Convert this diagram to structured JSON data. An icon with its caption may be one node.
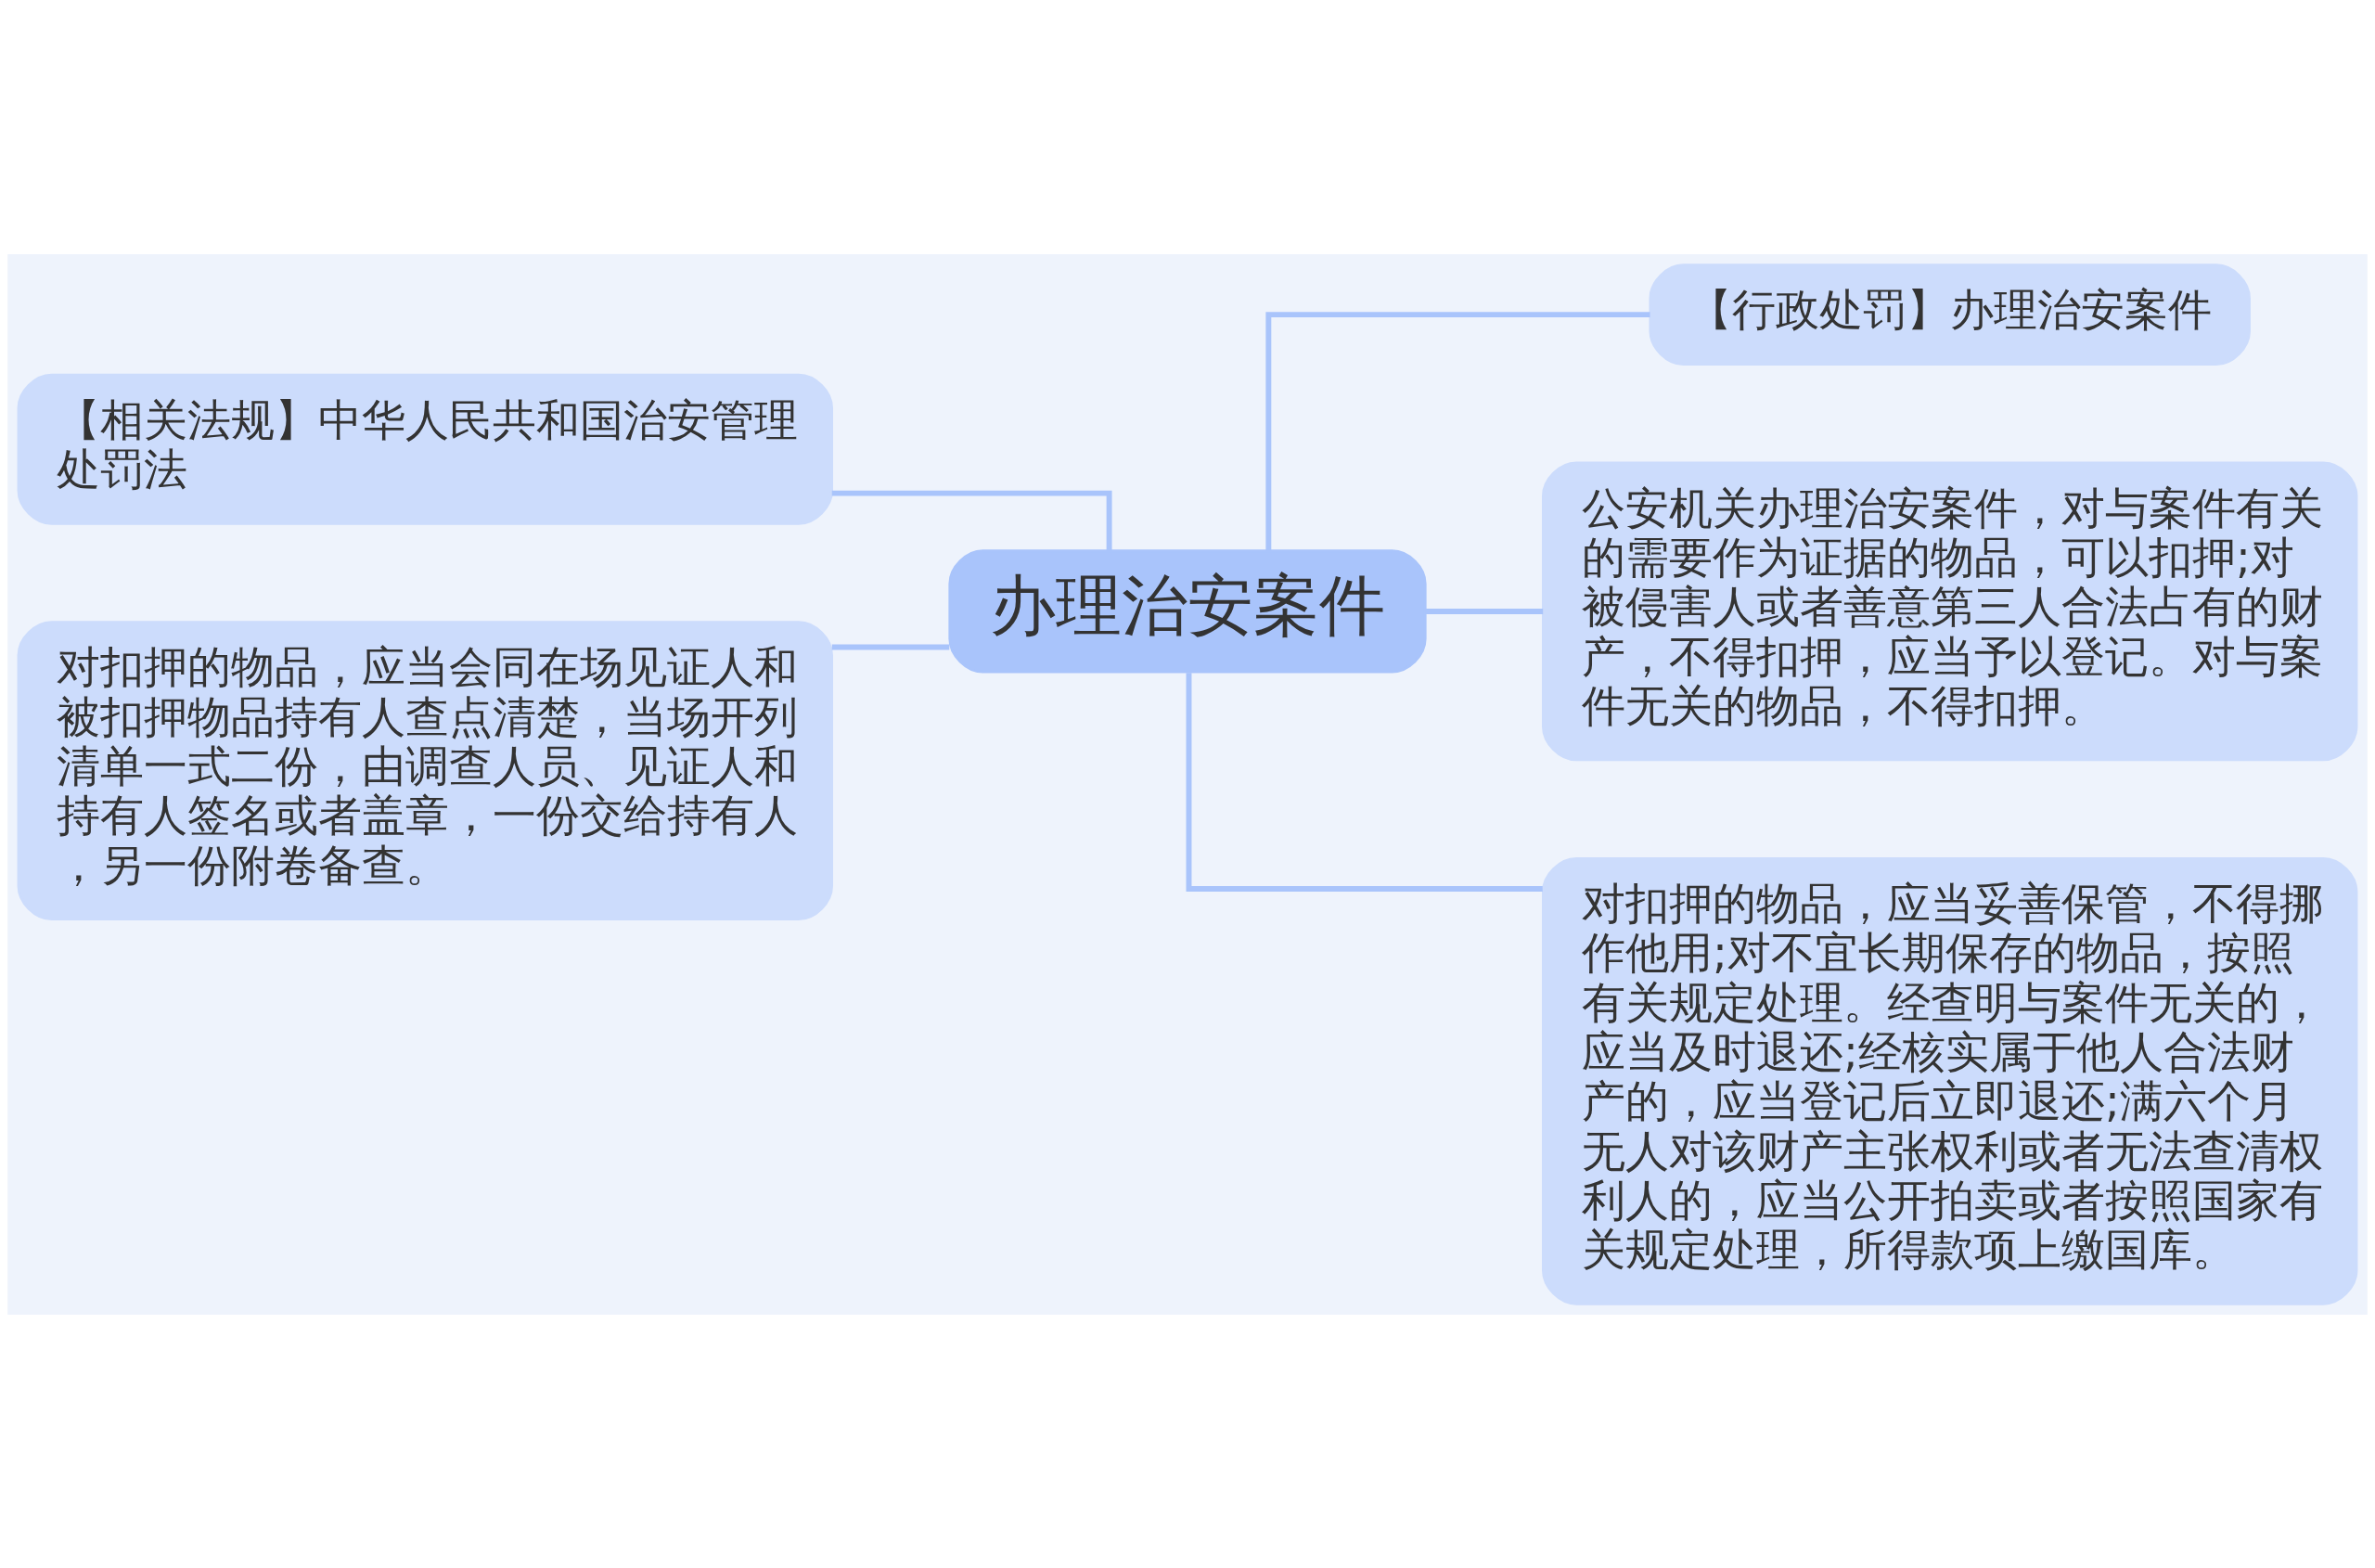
{
  "diagram": {
    "nodes": [
      {
        "text": [
          "办理治安案件"
        ]
      },
      {
        "text": [
          "【行政处罚】办理治安案件"
        ]
      },
      {
        "text": [
          "公安机关办理治安案件，对与案件有关的需要作为证据的物品，可以扣押;对被侵害人或者善意第三人合法占有的财产，不得扣押，应当予以登记。对与案件无关的物品，不得扣押。"
        ]
      },
      {
        "text": [
          "对扣押的物品，应当妥善保管，不得挪作他用;对不宜长期保存的物品，按照有关规定处理。经查明与案件无关的，应当及时退还;经核实属于他人合法财产的，应当登记后立即退还;满六个月无人对该财产主张权利或者无法查清权利人的，应当公开拍卖或者按照国家有关规定处理，所得款项上缴国库。"
        ]
      },
      {
        "text": [
          "【相关法规】中华人民共和国治安管理处罚法"
        ]
      },
      {
        "text": [
          "对扣押的物品，应当会同在场见证人和被扣押物品持有人查点清楚，当场开列清单一式二份，由调查人员、见证人和持有人签名或者盖章，一份交给持有人，另一份附卷备查。"
        ]
      }
    ],
    "edges": [
      {
        "from": 0,
        "to": 1,
        "arrow": "none"
      },
      {
        "from": 0,
        "to": 2,
        "arrow": "none"
      },
      {
        "from": 0,
        "to": 3,
        "arrow": "none"
      },
      {
        "from": 0,
        "to": 4,
        "arrow": "none"
      },
      {
        "from": 0,
        "to": 5,
        "arrow": "none"
      }
    ]
  }
}
